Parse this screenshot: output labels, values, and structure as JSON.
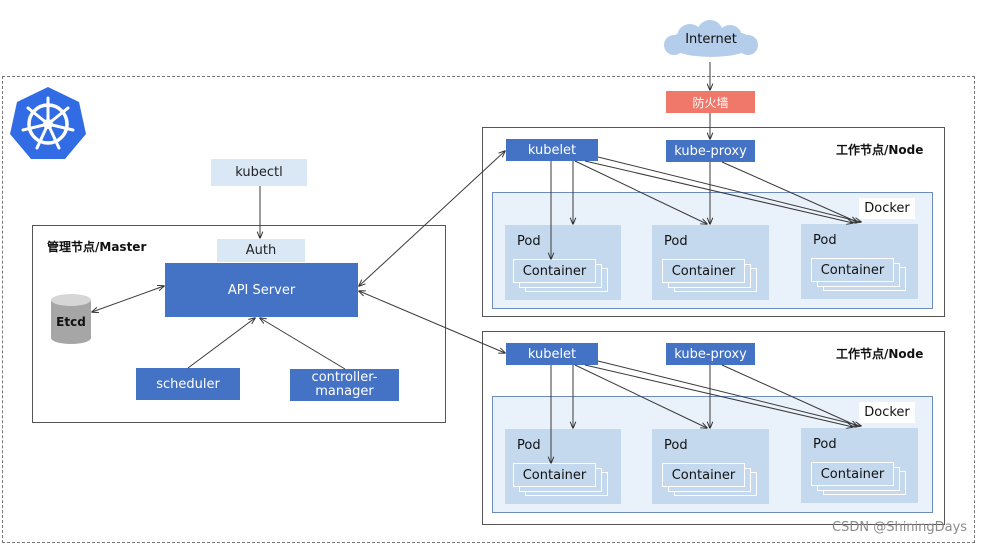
{
  "internet": "Internet",
  "firewall": "防火墙",
  "master": {
    "title": "管理节点/Master",
    "kubectl": "kubectl",
    "auth": "Auth",
    "api_server": "API Server",
    "etcd": "Etcd",
    "scheduler": "scheduler",
    "controller_manager": "controller-\nmanager"
  },
  "nodes": [
    {
      "title": "工作节点/Node",
      "kubelet": "kubelet",
      "kube_proxy": "kube-proxy",
      "docker": "Docker",
      "pods": [
        {
          "label": "Pod",
          "container": "Container"
        },
        {
          "label": "Pod",
          "container": "Container"
        },
        {
          "label": "Pod",
          "container": "Container"
        }
      ]
    },
    {
      "title": "工作节点/Node",
      "kubelet": "kubelet",
      "kube_proxy": "kube-proxy",
      "docker": "Docker",
      "pods": [
        {
          "label": "Pod",
          "container": "Container"
        },
        {
          "label": "Pod",
          "container": "Container"
        },
        {
          "label": "Pod",
          "container": "Container"
        }
      ]
    }
  ],
  "watermark": "CSDN @ShiningDays",
  "colors": {
    "primary": "#4472c4",
    "light": "#dae7f5",
    "firewall": "#f0786a",
    "docker_bg": "#e9f1fa"
  },
  "icons": {
    "logo": "kubernetes-helm-icon",
    "cloud": "cloud-icon",
    "database": "database-cylinder-icon"
  }
}
